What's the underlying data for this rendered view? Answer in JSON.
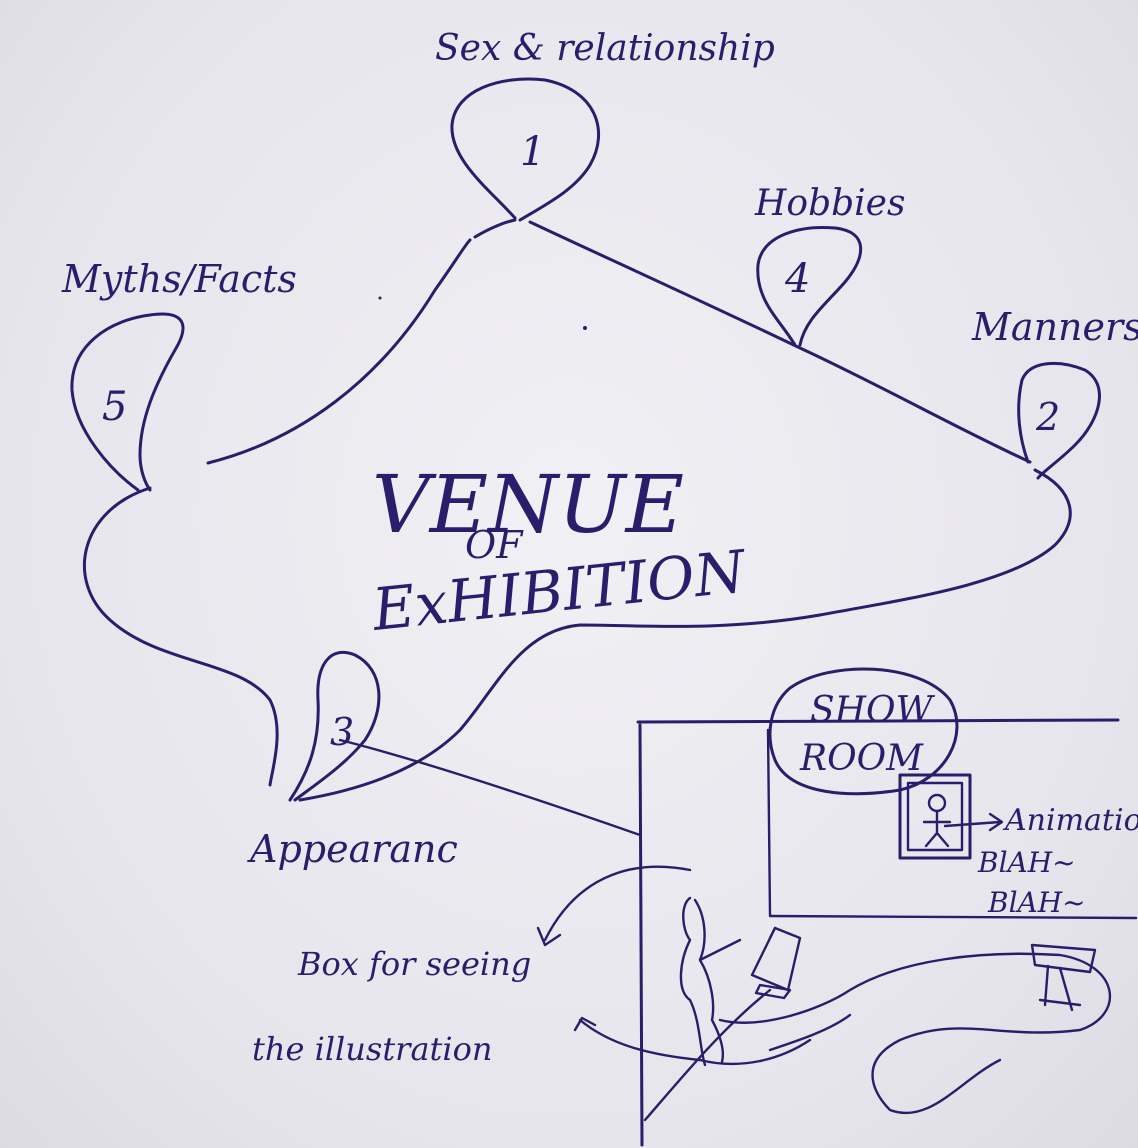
{
  "venue": {
    "line1": "VENUE",
    "line2": "OF",
    "line3": "ExHIBITION"
  },
  "markers": [
    {
      "number": "1",
      "label": "Sex & relationship"
    },
    {
      "number": "2",
      "label": "Manners"
    },
    {
      "number": "3",
      "label": "Appearanc"
    },
    {
      "number": "4",
      "label": "Hobbies"
    },
    {
      "number": "5",
      "label": "Myths/Facts"
    }
  ],
  "showroom": {
    "line1": "SHOW",
    "line2": "ROOM"
  },
  "animation": {
    "label": "Animation",
    "sound1": "BlAH~",
    "sound2": "BlAH~"
  },
  "box_note": {
    "line1": "Box for seeing",
    "line2": "the illustration"
  },
  "colors": {
    "ink": "#2a1d6b",
    "paper": "#ecebf0"
  }
}
